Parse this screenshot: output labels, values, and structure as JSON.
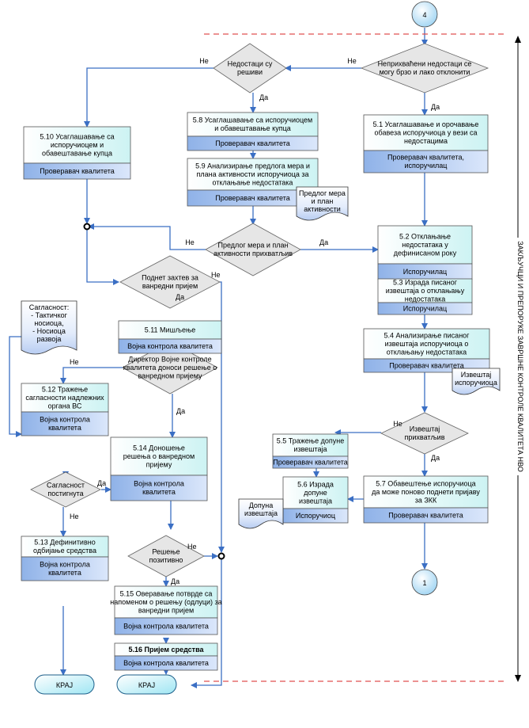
{
  "connectors": {
    "top": "4",
    "bottom": "1"
  },
  "side_label": "ЗАКЉУЧЦИ И ПРЕПОРУКЕ ЗАВРШНЕ КОНТРОЛЕ КВАЛИТЕТА НВО",
  "terminals": [
    "КРАЈ",
    "КРАЈ"
  ],
  "decisions": {
    "d_remove": [
      "Неприхваћени недостаци се",
      "могу брзо и лако отклонити"
    ],
    "d_solved": [
      "Недостаци су",
      "решиви"
    ],
    "d_proposal": [
      "Предлог мера и план",
      "активности прихватљив"
    ],
    "d_special": [
      "Поднет захтев за",
      "ванредни пријем"
    ],
    "d_director": [
      "Директор Војне контроле",
      "квалитета доноси решење о",
      "ванредном пријему"
    ],
    "d_consent": [
      "Сагласност",
      "постигнута"
    ],
    "d_positive": [
      "Решење",
      "позитивно"
    ],
    "d_report": [
      "Извештај",
      "прихватљив"
    ]
  },
  "edges": {
    "yes": "Да",
    "no": "Не"
  },
  "boxes": {
    "b51": {
      "lines": [
        "5.1 Усаглашавање и орочавање",
        "обавеза испоручиоца у вези са",
        "недостацима"
      ],
      "role": [
        "Проверавач квалитета,",
        "испоручилац"
      ]
    },
    "b52": {
      "lines": [
        "5.2 Отклањање",
        "недостатака у",
        "дефинисаном року"
      ],
      "role": [
        "Испоручилац"
      ]
    },
    "b53": {
      "lines": [
        "5.3 Израда писаног",
        "извештаја о отклањању",
        "недостатака"
      ],
      "role": [
        "Испоручилац"
      ]
    },
    "b54": {
      "lines": [
        "5.4 Анализирање писаног",
        "извештаја испоручиоца о",
        "отклањању недостатака"
      ],
      "role": [
        "Проверавач квалитета"
      ]
    },
    "b55": {
      "lines": [
        "5.5 Тражење допуне",
        "извештаја"
      ],
      "role": [
        "Проверавач квалитета"
      ]
    },
    "b56": {
      "lines": [
        "5.6 Израда",
        "допуне",
        "извештаја"
      ],
      "role": [
        "Испоручиоц"
      ]
    },
    "b57": {
      "lines": [
        "5.7 Обавештење испоручиоца",
        "да може поново поднети пријаву",
        "за ЗКК"
      ],
      "role": [
        "Проверавач квалитета"
      ]
    },
    "b58": {
      "lines": [
        "5.8 Усаглашавање са испоручиоцем",
        "и обавештавање купца"
      ],
      "role": [
        "Проверавач квалитета"
      ]
    },
    "b59": {
      "lines": [
        "5.9 Анализирање предлога мера и",
        "плана активности испоручиоца за",
        "отклањање недостатака"
      ],
      "role": [
        "Проверавач квалитета"
      ]
    },
    "b510": {
      "lines": [
        "5.10 Усаглашавање са",
        "испоручиоцем и",
        "обавештавање купца"
      ],
      "role": [
        "Проверавач квалитета"
      ]
    },
    "b511": {
      "lines": [
        "5.11 Мишљење"
      ],
      "role": [
        "Војна контрола квалитета"
      ]
    },
    "b512": {
      "lines": [
        "5.12 Тражење",
        "сагласности надлежних",
        "органа ВС"
      ],
      "role": [
        "Војна контрола",
        "квалитета"
      ]
    },
    "b513": {
      "lines": [
        "5.13 Дефинитивно",
        "одбијање средства"
      ],
      "role": [
        "Војна контрола",
        "квалитета"
      ]
    },
    "b514": {
      "lines": [
        "5.14 Доношење",
        "решења о ванредном",
        "пријему"
      ],
      "role": [
        "Војна контрола",
        "квалитета"
      ]
    },
    "b515": {
      "lines": [
        "5.15 Оверавање потврде са",
        "напоменом о решењу (одлуци) за",
        "ванредни пријем"
      ],
      "role": [
        "Војна контрола квалитета"
      ]
    },
    "b516": {
      "lines": [
        "5.16 Пријем средства"
      ],
      "role": [
        "Војна контрола квалитета"
      ]
    }
  },
  "documents": {
    "doc_plan": [
      "Предлог мера",
      "и план",
      "активности"
    ],
    "doc_consent": [
      "Сагласност:",
      "- Тактичког",
      "носиоца,",
      "- Носиоца",
      "развоја"
    ],
    "doc_report": [
      "Извештај",
      "испоручиоца"
    ],
    "doc_supplement": [
      "Допуна",
      "извештаја"
    ]
  }
}
